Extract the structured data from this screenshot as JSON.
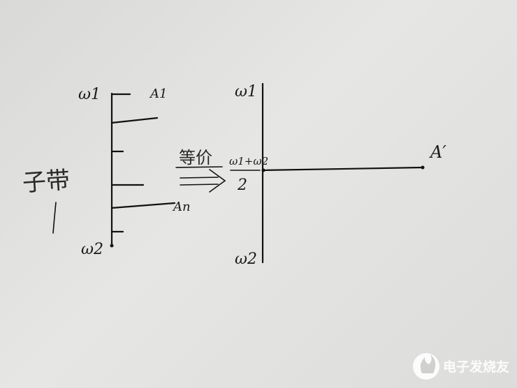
{
  "left_band": {
    "top_label": "ω1",
    "bottom_label": "ω2",
    "side_label": "子带",
    "first_line_label": "A1",
    "nth_line_label": "An"
  },
  "transform": {
    "arrow_label": "等价"
  },
  "right_band": {
    "top_label": "ω1",
    "bottom_label": "ω2",
    "center_numerator": "ω1+ω2",
    "center_denominator": "2",
    "equivalent_line_label": "A′"
  },
  "watermark": {
    "text": "电子发烧友",
    "icon": "flame-icon"
  }
}
